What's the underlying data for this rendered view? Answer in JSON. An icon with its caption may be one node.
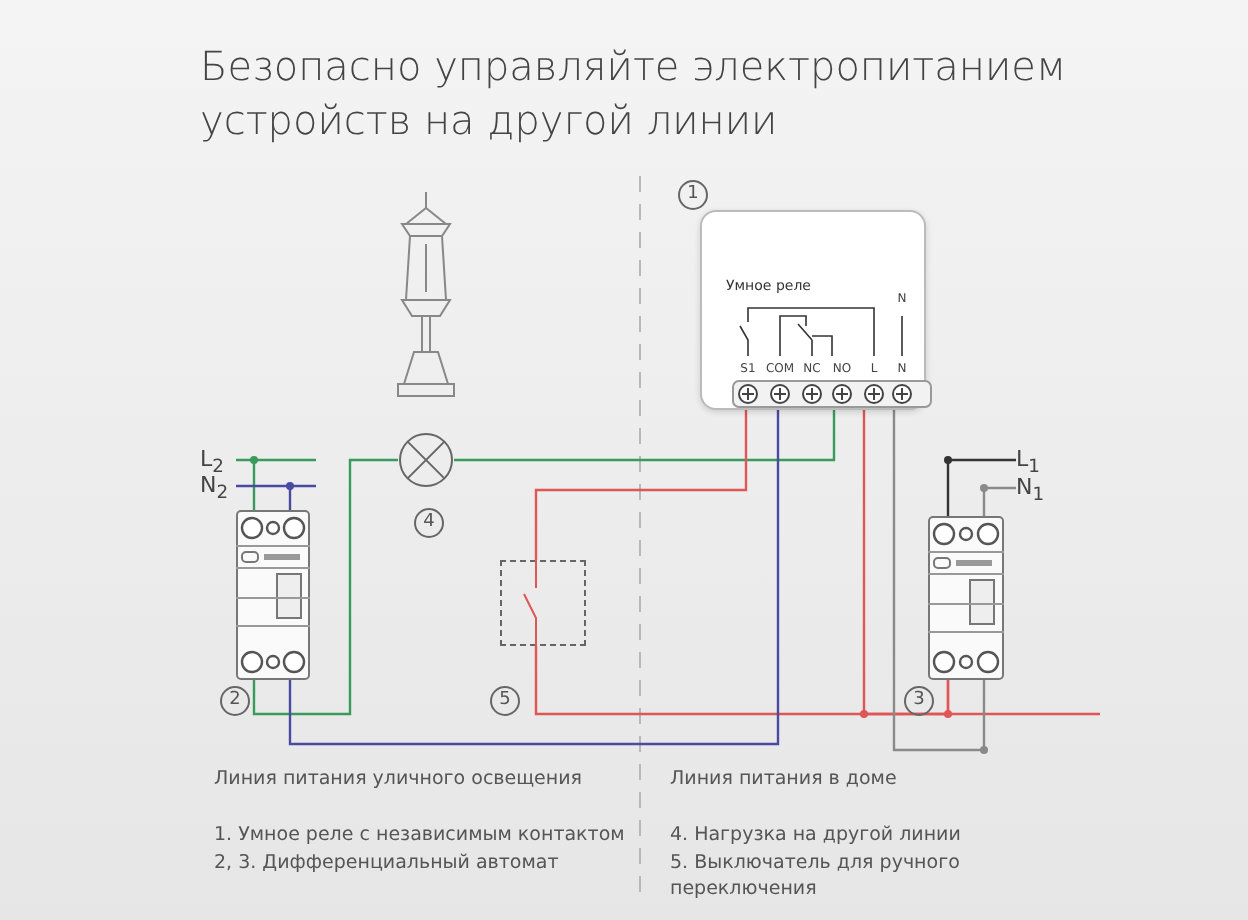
{
  "diagram": {
    "title": "Безопасно управляйте электропитанием устройств на другой линии",
    "nodes": [
      {
        "text": [
          "Умное реле",
          "S1",
          "COM",
          "NC",
          "NO",
          "L",
          "N",
          "N"
        ],
        "beside": [
          "1"
        ]
      },
      {
        "text": [],
        "shape": "picture",
        "beside": [
          "2"
        ]
      },
      {
        "text": [],
        "shape": "picture",
        "beside": [
          "3"
        ]
      },
      {
        "text": [],
        "shape": "circle",
        "beside": [
          "4"
        ]
      },
      {
        "text": [],
        "shape": "box",
        "beside": [
          "5"
        ]
      },
      {
        "text": [
          "L$_{2}$"
        ]
      },
      {
        "text": [
          "N$_{2}$"
        ]
      },
      {
        "text": [
          "L$_{1}$"
        ]
      },
      {
        "text": [
          "N$_{1}$"
        ]
      }
    ],
    "edges": [
      {
        "from": 5,
        "to": 1,
        "arrow": "none",
        "color": "#3a9a5c"
      },
      {
        "from": 6,
        "to": 1,
        "arrow": "none",
        "color": "#4a4aa0"
      },
      {
        "from": 1,
        "to": 3,
        "arrow": "none",
        "color": "#3a9a5c"
      },
      {
        "from": 3,
        "to": 0,
        "arrow": "none",
        "color": "#3a9a5c"
      },
      {
        "from": 0,
        "to": 4,
        "arrow": "none",
        "color": "#e05555"
      },
      {
        "from": 2,
        "to": 4,
        "arrow": "none",
        "color": "#e05555"
      },
      {
        "from": 2,
        "to": 0,
        "arrow": "none",
        "color": "#e05555"
      },
      {
        "from": 1,
        "to": 0,
        "arrow": "none",
        "color": "#4a4aa0"
      },
      {
        "from": 2,
        "to": 0,
        "arrow": "none",
        "color": "#8a8a8a"
      },
      {
        "from": 7,
        "to": 2,
        "arrow": "none",
        "color": "#333333"
      },
      {
        "from": 8,
        "to": 2,
        "arrow": "none",
        "color": "#8a8a8a"
      }
    ],
    "labels": [
      "Линия питания уличного освещения",
      "Линия питания в доме",
      "1. Умное реле с независимым контактом",
      "2, 3. Дифференциальный автомат",
      "4. Нагрузка на другой линии",
      "5. Выключатель для ручного переключения"
    ]
  }
}
